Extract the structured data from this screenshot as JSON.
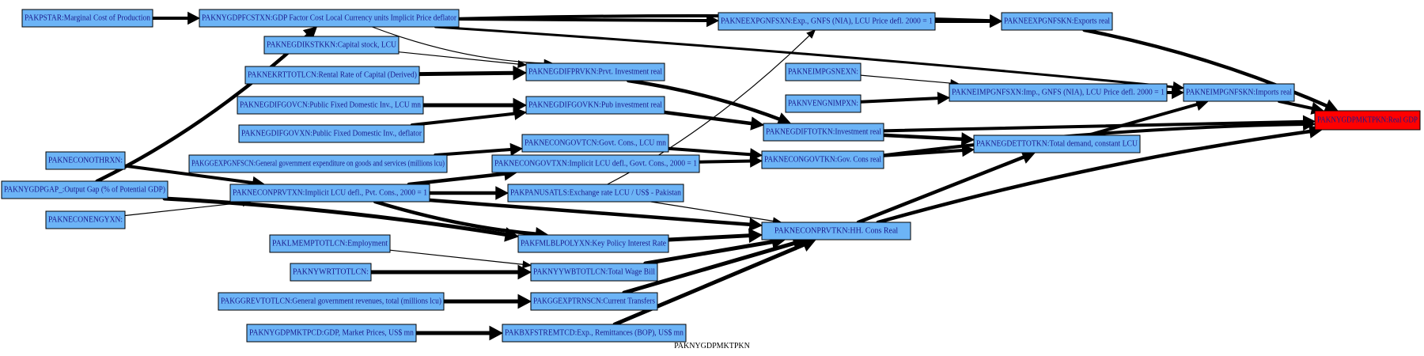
{
  "caption": "PAKNYGDPMKTPKN",
  "colors": {
    "node_fill": "#6cb4f6",
    "target_fill": "#ff0000",
    "edge": "#000000"
  },
  "nodes": [
    {
      "id": "pakpstar",
      "label": "PAKPSTAR:Marginal Cost of Production"
    },
    {
      "id": "paknygdpfcstxn",
      "label": "PAKNYGDPFCSTXN:GDP Factor Cost Local Currency units Implicit Price deflator"
    },
    {
      "id": "pakneexpgnfsxn",
      "label": "PAKNEEXPGNFSXN:Exp., GNFS (NIA), LCU Price defl. 2000 = 1"
    },
    {
      "id": "pakneexpgnfskn",
      "label": "PAKNEEXPGNFSKN:Exports real"
    },
    {
      "id": "paknegdikstkkn",
      "label": "PAKNEGDIKSTKKN:Capital stock, LCU"
    },
    {
      "id": "paknekrttotlcn",
      "label": "PAKNEKRTTOTLCN:Rental Rate of Capital (Derived)"
    },
    {
      "id": "paknegdifprvkn",
      "label": "PAKNEGDIFPRVKN:Prvt. Investment real"
    },
    {
      "id": "pakneimpgsnexn",
      "label": "PAKNEIMPGSNEXN:"
    },
    {
      "id": "paknvengnimpxn",
      "label": "PAKNVENGNIMPXN:"
    },
    {
      "id": "pakneimpgnfsxn",
      "label": "PAKNEIMPGNFSXN:Imp., GNFS (NIA), LCU Price defl. 2000 = 1"
    },
    {
      "id": "pakneimpgnfskn",
      "label": "PAKNEIMPGNFSKN:Imports real"
    },
    {
      "id": "paknygdpmktpkn",
      "label": "PAKNYGDPMKTPKN:Real GDP",
      "target": true
    },
    {
      "id": "paknegdifgovcn",
      "label": "PAKNEGDIFGOVCN:Public Fixed Domestic Inv., LCU mn"
    },
    {
      "id": "paknegdifgovkn",
      "label": "PAKNEGDIFGOVKN:Pub investment real"
    },
    {
      "id": "paknegdifgovxn",
      "label": "PAKNEGDIFGOVXN:Public Fixed Domestic Inv., deflator"
    },
    {
      "id": "paknegdiftotkn",
      "label": "PAKNEGDIFTOTKN:Investment real"
    },
    {
      "id": "pakneconothrxn",
      "label": "PAKNECONOTHRXN:"
    },
    {
      "id": "pakggexpgnfscn",
      "label": "PAKGGEXPGNFSCN:General government expenditure on goods and services (millions lcu)"
    },
    {
      "id": "pakneconqovtcn",
      "label": "PAKNECONGOVTCN:Govt. Cons., LCU mn"
    },
    {
      "id": "pakneconqovtxn",
      "label": "PAKNECONGOVTXN:Implicit LCU defl., Govt. Cons., 2000 = 1"
    },
    {
      "id": "pakneconqovtkn",
      "label": "PAKNECONGOVTKN:Gov. Cons real"
    },
    {
      "id": "paknegdettotkn",
      "label": "PAKNEGDETTOTKN:Total demand, constant LCU"
    },
    {
      "id": "paknygdpgap",
      "label": "PAKNYGDPGAP_:Output Gap (% of Potential GDP)"
    },
    {
      "id": "pakneconprvtxn",
      "label": "PAKNECONPRVTXN:Implicit LCU defl., Pvt. Cons., 2000 = 1"
    },
    {
      "id": "pakpanusatls",
      "label": "PAKPANUSATLS:Exchange rate LCU / US$ - Pakistan"
    },
    {
      "id": "pakneconenqyxn",
      "label": "PAKNECONENGYXN:"
    },
    {
      "id": "pakfmlblpolyxn",
      "label": "PAKFMLBLPOLYXN:Key Policy Interest Rate"
    },
    {
      "id": "pakneconprvtkn",
      "label": "PAKNECONPRVTKN:HH. Cons Real"
    },
    {
      "id": "paklmemptotlcn",
      "label": "PAKLMEMPTOTLCN:Employment"
    },
    {
      "id": "paknywrttotlcn",
      "label": "PAKNYWRTTOTLCN:"
    },
    {
      "id": "paknyywbtotlcn",
      "label": "PAKNYYWBTOTLCN:Total Wage Bill"
    },
    {
      "id": "pakggrevtotlcn",
      "label": "PAKGGREVTOTLCN:General government revenues, total (millions lcu)"
    },
    {
      "id": "pakggexptrnscn",
      "label": "PAKGGEXPTRNSCN:Current Transfers"
    },
    {
      "id": "paknygdpmktpcd",
      "label": "PAKNYGDPMKTPCD:GDP, Market Prices, US$ mn"
    },
    {
      "id": "pakbxfstremtcd",
      "label": "PAKBXFSTREMTCD:Exp., Remittances (BOP), US$ mn"
    }
  ]
}
